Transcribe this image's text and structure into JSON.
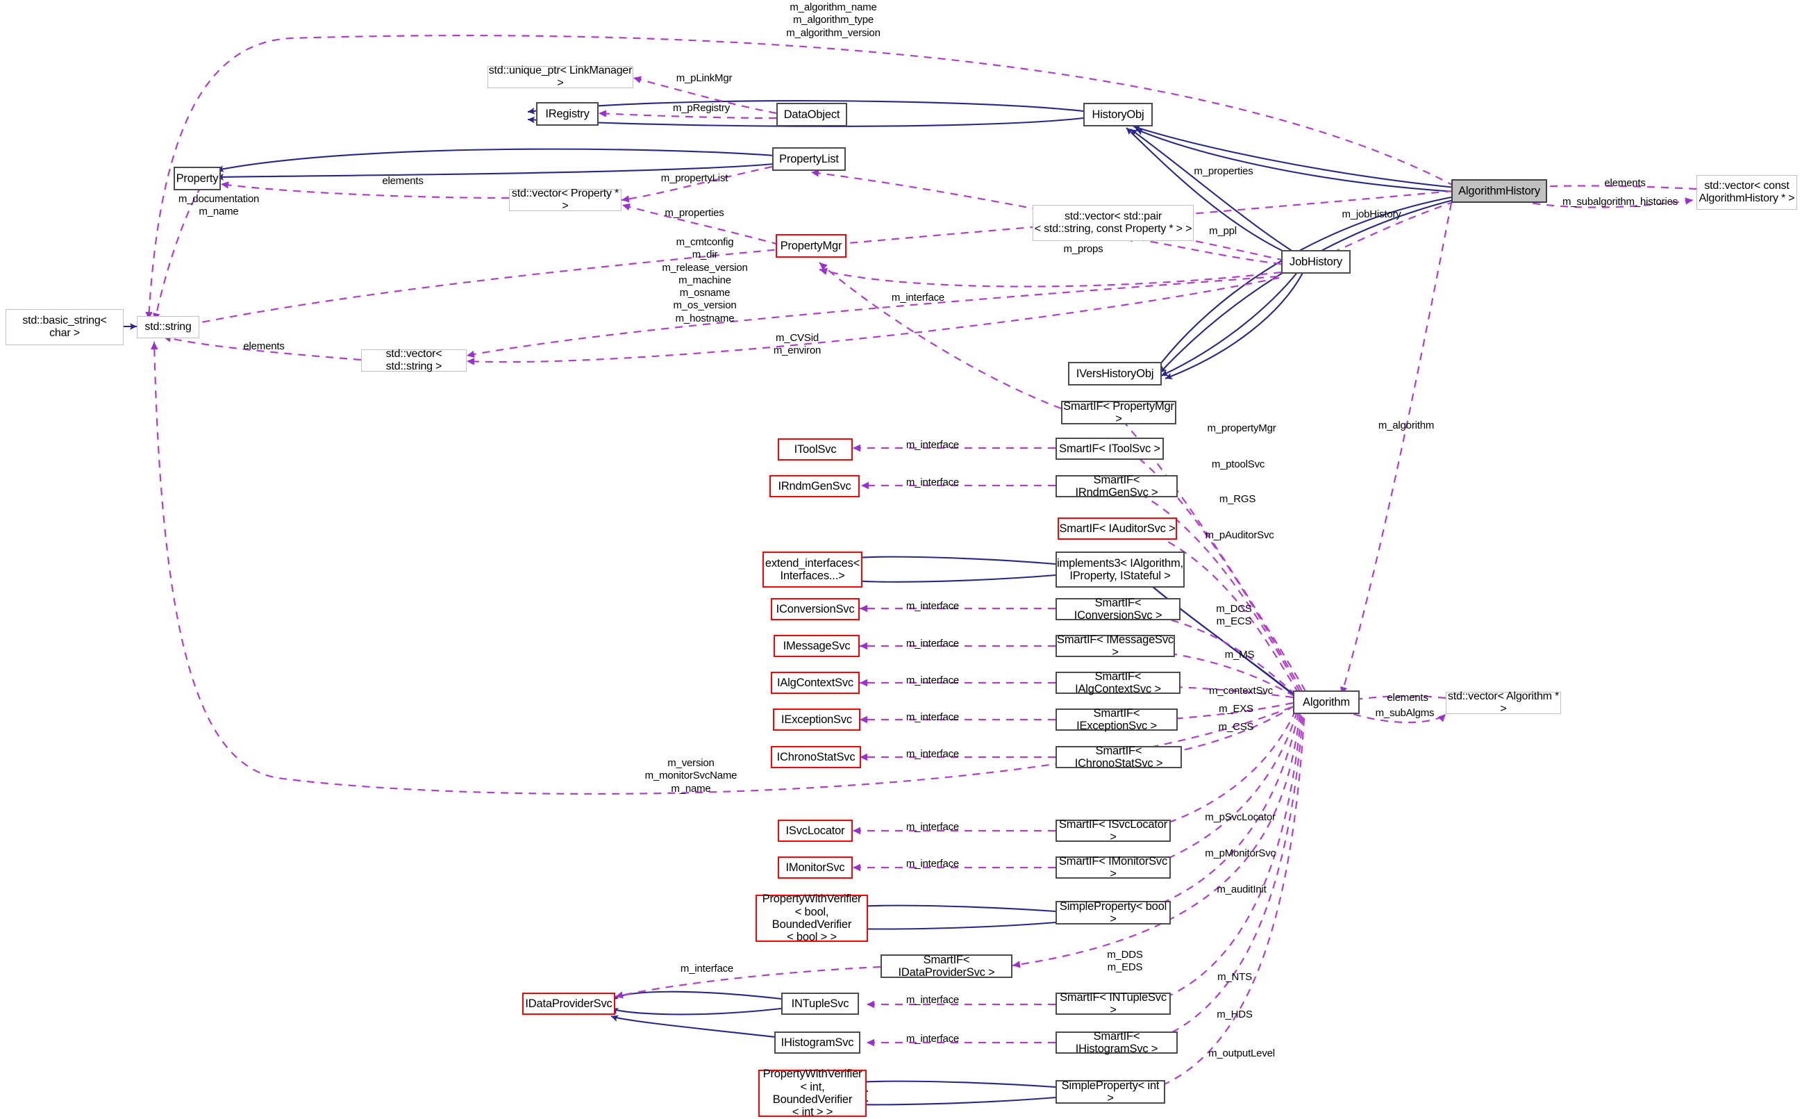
{
  "diagram": {
    "title": "AlgorithmHistory collaboration diagram",
    "colors": {
      "inheritance_edge": "#26268c",
      "usage_edge": "#b23ccc",
      "focus_fill": "#c0c0c0",
      "undocumented_border": "#ff0000",
      "documented_border": "#4b4b4b",
      "template_border": "#bfbfbf",
      "background": "#ffffff"
    }
  },
  "nodes": [
    {
      "id": "basic_string",
      "label": "std::basic_string<\nchar >",
      "kind": "plain"
    },
    {
      "id": "std_string",
      "label": "std::string",
      "kind": "plain"
    },
    {
      "id": "vector_string",
      "label": "std::vector< std::string >",
      "kind": "plain"
    },
    {
      "id": "property",
      "label": "Property",
      "kind": "solid"
    },
    {
      "id": "vector_property",
      "label": "std::vector< Property * >",
      "kind": "plain"
    },
    {
      "id": "iregistry",
      "label": "IRegistry",
      "kind": "solid"
    },
    {
      "id": "unique_ptr_lm",
      "label": "std::unique_ptr< LinkManager >",
      "kind": "plain"
    },
    {
      "id": "dataobject",
      "label": "DataObject",
      "kind": "solid"
    },
    {
      "id": "propertylist",
      "label": "PropertyList",
      "kind": "solid"
    },
    {
      "id": "propertymgr",
      "label": "PropertyMgr",
      "kind": "red"
    },
    {
      "id": "historyobj",
      "label": "HistoryObj",
      "kind": "solid"
    },
    {
      "id": "vector_pair",
      "label": "std::vector< std::pair\n< std::string, const Property * > >",
      "kind": "plain"
    },
    {
      "id": "jobhistory",
      "label": "JobHistory",
      "kind": "solid"
    },
    {
      "id": "iversihistoryobj",
      "label": "IVersHistoryObj",
      "kind": "solid"
    },
    {
      "id": "algorithmhistory",
      "label": "AlgorithmHistory",
      "kind": "focus"
    },
    {
      "id": "vector_const_ah",
      "label": "std::vector< const\nAlgorithmHistory * >",
      "kind": "plain"
    },
    {
      "id": "smartif_propmgr",
      "label": "SmartIF< PropertyMgr >",
      "kind": "solid"
    },
    {
      "id": "itoolsvc",
      "label": "IToolSvc",
      "kind": "red"
    },
    {
      "id": "smartif_itoolsvc",
      "label": "SmartIF< IToolSvc >",
      "kind": "solid"
    },
    {
      "id": "irndmgensvc",
      "label": "IRndmGenSvc",
      "kind": "red"
    },
    {
      "id": "smartif_irndm",
      "label": "SmartIF< IRndmGenSvc >",
      "kind": "solid"
    },
    {
      "id": "smartif_iauditor",
      "label": "SmartIF< IAuditorSvc >",
      "kind": "red"
    },
    {
      "id": "extend_interfaces",
      "label": "extend_interfaces<\nInterfaces...>",
      "kind": "red"
    },
    {
      "id": "implements3",
      "label": "implements3< IAlgorithm,\nIProperty, IStateful >",
      "kind": "solid"
    },
    {
      "id": "iconversionsvc",
      "label": "IConversionSvc",
      "kind": "red"
    },
    {
      "id": "smartif_iconv",
      "label": "SmartIF< IConversionSvc >",
      "kind": "solid"
    },
    {
      "id": "imessagesvc",
      "label": "IMessageSvc",
      "kind": "red"
    },
    {
      "id": "smartif_imsg",
      "label": "SmartIF< IMessageSvc >",
      "kind": "solid"
    },
    {
      "id": "ialgcontextsvc",
      "label": "IAlgContextSvc",
      "kind": "red"
    },
    {
      "id": "smartif_ialgctx",
      "label": "SmartIF< IAlgContextSvc >",
      "kind": "solid"
    },
    {
      "id": "iexceptionsvc",
      "label": "IExceptionSvc",
      "kind": "red"
    },
    {
      "id": "smartif_iexc",
      "label": "SmartIF< IExceptionSvc >",
      "kind": "solid"
    },
    {
      "id": "ichronostatsvc",
      "label": "IChronoStatSvc",
      "kind": "red"
    },
    {
      "id": "smartif_ichrono",
      "label": "SmartIF< IChronoStatSvc >",
      "kind": "solid"
    },
    {
      "id": "algorithm",
      "label": "Algorithm",
      "kind": "solid"
    },
    {
      "id": "vector_algorithm",
      "label": "std::vector< Algorithm * >",
      "kind": "plain"
    },
    {
      "id": "isvclocator",
      "label": "ISvcLocator",
      "kind": "red"
    },
    {
      "id": "smartif_isvcloc",
      "label": "SmartIF< ISvcLocator >",
      "kind": "solid"
    },
    {
      "id": "imonitorsvc",
      "label": "IMonitorSvc",
      "kind": "red"
    },
    {
      "id": "smartif_imonitor",
      "label": "SmartIF< IMonitorSvc >",
      "kind": "solid"
    },
    {
      "id": "pwv_bool",
      "label": "PropertyWithVerifier\n< bool, BoundedVerifier\n< bool > >",
      "kind": "red"
    },
    {
      "id": "simpleproperty_bool",
      "label": "SimpleProperty< bool >",
      "kind": "solid"
    },
    {
      "id": "smartif_idataprov",
      "label": "SmartIF< IDataProviderSvc >",
      "kind": "solid"
    },
    {
      "id": "idataprovidersvc",
      "label": "IDataProviderSvc",
      "kind": "red"
    },
    {
      "id": "intuplesvc",
      "label": "INTupleSvc",
      "kind": "solid"
    },
    {
      "id": "smartif_intuple",
      "label": "SmartIF< INTupleSvc >",
      "kind": "solid"
    },
    {
      "id": "ihistogramsvc",
      "label": "IHistogramSvc",
      "kind": "solid"
    },
    {
      "id": "smartif_ihisto",
      "label": "SmartIF< IHistogramSvc >",
      "kind": "solid"
    },
    {
      "id": "pwv_int",
      "label": "PropertyWithVerifier\n< int, BoundedVerifier\n< int > >",
      "kind": "red"
    },
    {
      "id": "simpleproperty_int",
      "label": "SimpleProperty< int >",
      "kind": "solid"
    }
  ],
  "edge_labels": [
    {
      "id": "l_algorithm_name",
      "text": "m_algorithm_name\nm_algorithm_type\nm_algorithm_version"
    },
    {
      "id": "l_plinkmgr",
      "text": "m_pLinkMgr"
    },
    {
      "id": "l_pregistry",
      "text": "m_pRegistry"
    },
    {
      "id": "l_elements_prop",
      "text": "elements"
    },
    {
      "id": "l_propertylist",
      "text": "m_propertyList"
    },
    {
      "id": "l_properties_pm",
      "text": "m_properties"
    },
    {
      "id": "l_documentation",
      "text": "m_documentation\nm_name"
    },
    {
      "id": "l_cmtconfig",
      "text": "m_cmtconfig\nm_dir\nm_release_version\nm_machine\nm_osname\nm_os_version\nm_hostname"
    },
    {
      "id": "l_elements_str",
      "text": "elements"
    },
    {
      "id": "l_cvsid",
      "text": "m_CVSid\nm_environ"
    },
    {
      "id": "l_properties_hist",
      "text": "m_properties"
    },
    {
      "id": "l_ppl",
      "text": "m_ppl"
    },
    {
      "id": "l_props",
      "text": "m_props"
    },
    {
      "id": "l_jobhistory",
      "text": "m_jobHistory"
    },
    {
      "id": "l_elements_ah",
      "text": "elements"
    },
    {
      "id": "l_subalg_hist",
      "text": "m_subalgorithm_histories"
    },
    {
      "id": "l_interface_pm",
      "text": "m_interface"
    },
    {
      "id": "l_propertymgr",
      "text": "m_propertyMgr"
    },
    {
      "id": "l_interface_tool",
      "text": "m_interface"
    },
    {
      "id": "l_ptoolsvc",
      "text": "m_ptoolSvc"
    },
    {
      "id": "l_interface_rndm",
      "text": "m_interface"
    },
    {
      "id": "l_rgs",
      "text": "m_RGS"
    },
    {
      "id": "l_pauditorsvc",
      "text": "m_pAuditorSvc"
    },
    {
      "id": "l_interface_conv",
      "text": "m_interface"
    },
    {
      "id": "l_dcs_ecs",
      "text": "m_DCS\nm_ECS"
    },
    {
      "id": "l_interface_msg",
      "text": "m_interface"
    },
    {
      "id": "l_ms",
      "text": "m_MS"
    },
    {
      "id": "l_interface_alg",
      "text": "m_interface"
    },
    {
      "id": "l_contextsvc",
      "text": "m_contextSvc"
    },
    {
      "id": "l_interface_exc",
      "text": "m_interface"
    },
    {
      "id": "l_exs",
      "text": "m_EXS"
    },
    {
      "id": "l_interface_chr",
      "text": "m_interface"
    },
    {
      "id": "l_css",
      "text": "m_CSS"
    },
    {
      "id": "l_version",
      "text": "m_version\nm_monitorSvcName\nm_name"
    },
    {
      "id": "l_algorithm",
      "text": "m_algorithm"
    },
    {
      "id": "l_elements_alg",
      "text": "elements"
    },
    {
      "id": "l_subalgms",
      "text": "m_subAlgms"
    },
    {
      "id": "l_interface_svcloc",
      "text": "m_interface"
    },
    {
      "id": "l_psvclocator",
      "text": "m_pSvcLocator"
    },
    {
      "id": "l_interface_mon",
      "text": "m_interface"
    },
    {
      "id": "l_pmonitorsvc",
      "text": "m_pMonitorSvc"
    },
    {
      "id": "l_auditinit",
      "text": "m_auditInit"
    },
    {
      "id": "l_dds_eds",
      "text": "m_DDS\nm_EDS"
    },
    {
      "id": "l_interface_dps",
      "text": "m_interface"
    },
    {
      "id": "l_interface_ntuple",
      "text": "m_interface"
    },
    {
      "id": "l_nts",
      "text": "m_NTS"
    },
    {
      "id": "l_interface_histo",
      "text": "m_interface"
    },
    {
      "id": "l_hds",
      "text": "m_HDS"
    },
    {
      "id": "l_outputlevel",
      "text": "m_outputLevel"
    }
  ]
}
